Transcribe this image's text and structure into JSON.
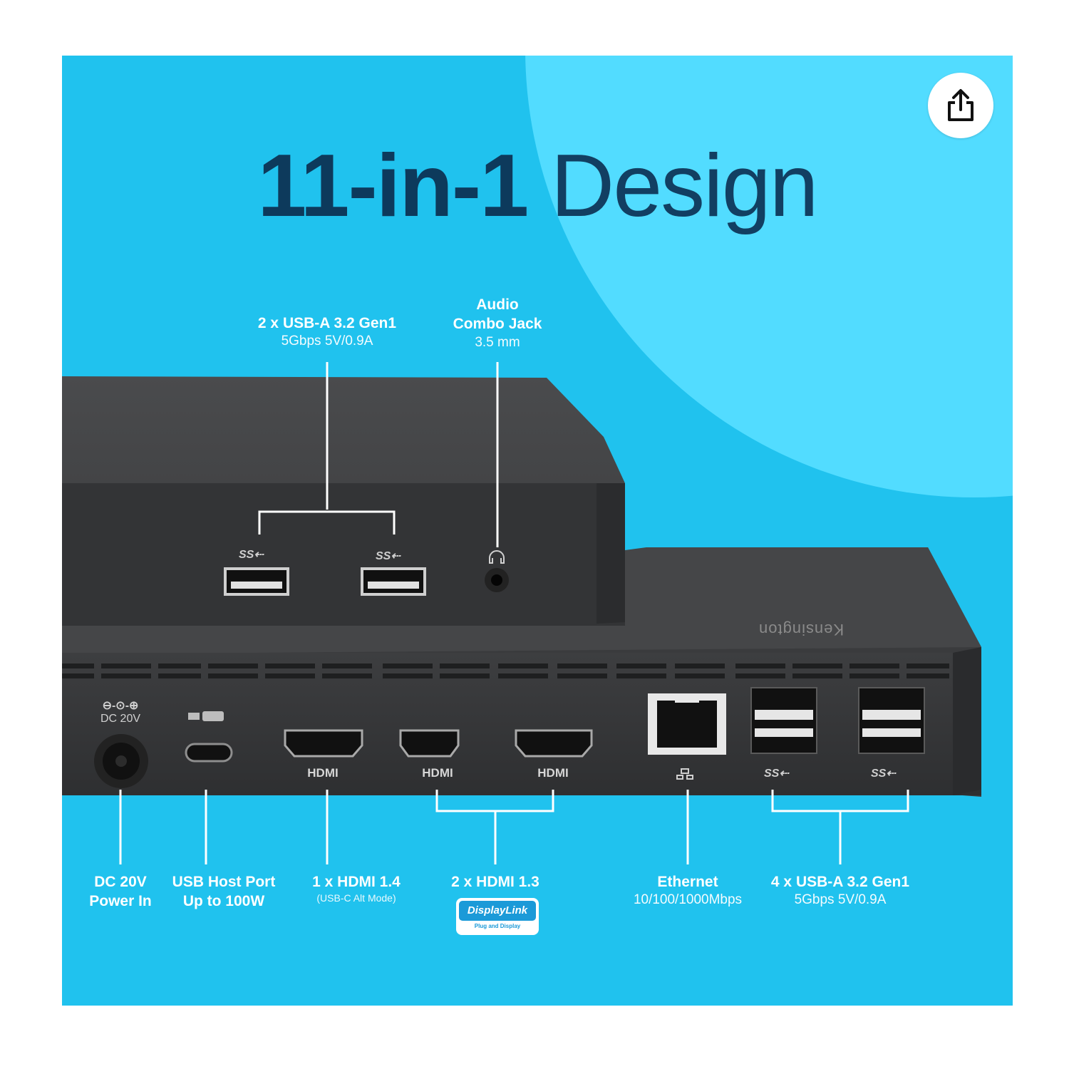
{
  "title": {
    "bold": "11-in-1",
    "light": "Design"
  },
  "share_icon": "share-icon",
  "device": {
    "brand": "Kensington",
    "port_marks": {
      "dc_symbol": "⊖-⊙-⊕",
      "dc_voltage": "DC 20V",
      "hdmi_1": "HDMI",
      "hdmi_2": "HDMI",
      "hdmi_3": "HDMI",
      "ss_1": "SS⇠",
      "ss_2": "SS⇠",
      "ss_3": "SS⇠",
      "ss_4": "SS⇠"
    }
  },
  "callouts": {
    "usb_a_top": {
      "title": "2 x USB-A 3.2 Gen1",
      "sub": "5Gbps 5V/0.9A"
    },
    "audio": {
      "line1": "Audio",
      "line2": "Combo Jack",
      "sub": "3.5 mm"
    },
    "dc_in": {
      "line1": "DC 20V",
      "line2": "Power In"
    },
    "usb_host": {
      "line1": "USB Host Port",
      "line2": "Up to 100W"
    },
    "hdmi14": {
      "title": "1 x HDMI 1.4",
      "sub": "(USB-C Alt Mode)"
    },
    "hdmi13": {
      "title": "2 x HDMI 1.3"
    },
    "ethernet": {
      "title": "Ethernet",
      "sub": "10/100/1000Mbps"
    },
    "usb_a_rear": {
      "title": "4 x USB-A 3.2 Gen1",
      "sub": "5Gbps 5V/0.9A"
    }
  },
  "displaylink_badge": {
    "name": "DisplayLink",
    "tagline": "Plug and Display"
  },
  "colors": {
    "background": "#20c2ee",
    "circle": "#52dcff",
    "title": "#0d3a5c",
    "device": "#3a3b3d"
  }
}
